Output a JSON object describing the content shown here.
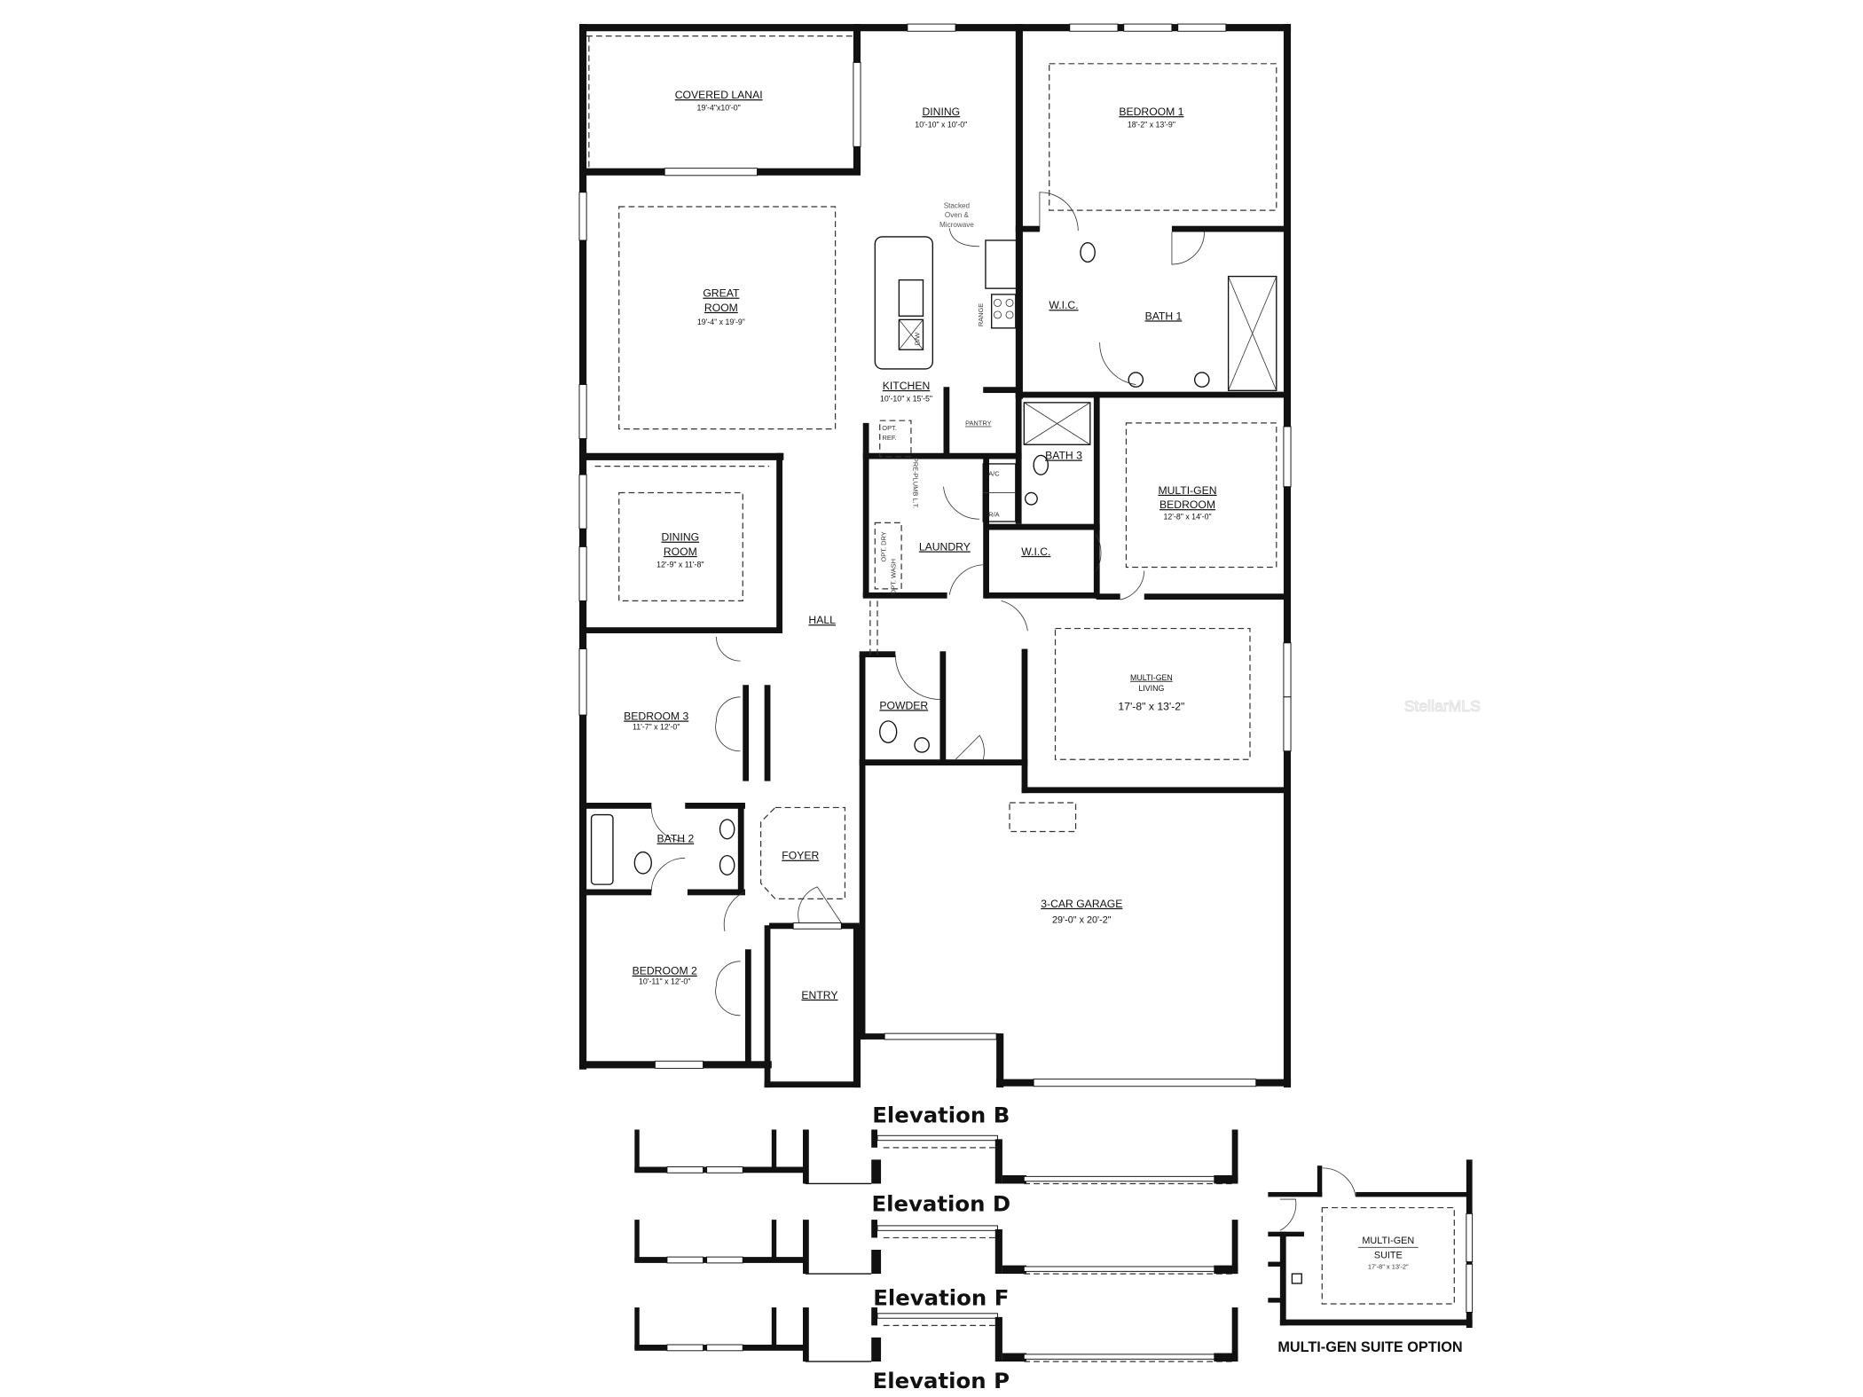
{
  "floor_plan": {
    "rooms": {
      "covered_lanai": {
        "name": "COVERED LANAI",
        "size": "19'-4\"x10'-0\""
      },
      "dining": {
        "name": "DINING",
        "size": "10'-10\" x 10'-0\""
      },
      "bedroom_1": {
        "name": "BEDROOM 1",
        "size": "18'-2\" x 13'-9\""
      },
      "great_room": {
        "name_line1": "GREAT",
        "name_line2": "ROOM",
        "size": "19'-4\" x 19'-9\""
      },
      "wic_1": {
        "name": "W.I.C."
      },
      "bath_1": {
        "name": "BATH 1"
      },
      "kitchen": {
        "name": "KITCHEN",
        "size": "10'-10\" x 15'-5\""
      },
      "pantry": {
        "name": "PANTRY"
      },
      "bath_3": {
        "name": "BATH 3"
      },
      "multi_gen_bedroom": {
        "name_line1": "MULTI-GEN",
        "name_line2": "BEDROOM",
        "size": "12'-8\" x 14'-0\""
      },
      "dining_room": {
        "name_line1": "DINING",
        "name_line2": "ROOM",
        "size": "12'-9\" x 11'-8\""
      },
      "laundry": {
        "name": "LAUNDRY"
      },
      "wic_2": {
        "name": "W.I.C."
      },
      "hall": {
        "name": "HALL"
      },
      "multi_gen_living": {
        "name_line1": "MULTI-GEN",
        "name_line2": "LIVING",
        "size": "17'-8\" x 13'-2\""
      },
      "powder": {
        "name": "POWDER"
      },
      "bedroom_3": {
        "name": "BEDROOM 3",
        "size": "11'-7\" x 12'-0\""
      },
      "bath_2": {
        "name": "BATH 2"
      },
      "foyer": {
        "name": "FOYER"
      },
      "garage": {
        "name": "3-CAR GARAGE",
        "size": "29'-0\" x 20'-2\""
      },
      "bedroom_2": {
        "name": "BEDROOM 2",
        "size": "10'-11\" x 12'-0\""
      },
      "entry": {
        "name": "ENTRY"
      }
    },
    "notes": {
      "stacked_oven_1": "Stacked",
      "stacked_oven_2": "Oven &",
      "stacked_oven_3": "Microwave",
      "range": "RANGE",
      "opt_ref_1": "OPT.",
      "opt_ref_2": "REF.",
      "ac": "A/C",
      "ra": "R/A",
      "pre_plumb": "PRE-PLUMB L.T.",
      "opt_dry": "OPT. DRY",
      "opt_wash": "OPT. WASH",
      "dw": "D/W"
    }
  },
  "elevations": [
    "Elevation B",
    "Elevation D",
    "Elevation F",
    "Elevation P"
  ],
  "multi_gen_option": {
    "room_line1": "MULTI-GEN",
    "room_line2": "SUITE",
    "size": "17'-8\" x 13'-2\"",
    "title": "MULTI-GEN SUITE OPTION"
  },
  "watermark": "StellarMLS"
}
